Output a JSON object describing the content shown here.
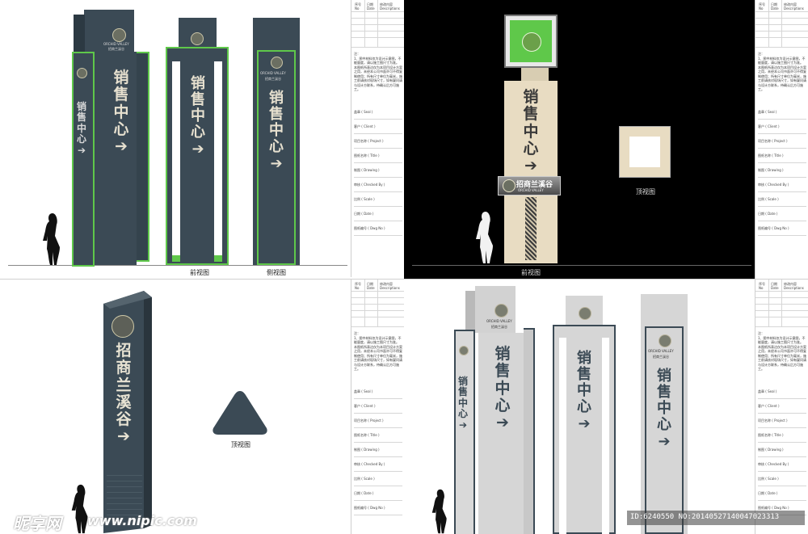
{
  "sign": {
    "sales_center": [
      "销",
      "售",
      "中",
      "心"
    ],
    "project_name": [
      "招",
      "商",
      "兰",
      "溪",
      "谷"
    ],
    "arrow": "➔",
    "brand_en": "ORCHID VALLEY",
    "brand_cn": "招商兰溪谷"
  },
  "captions": {
    "front_view": "前视图",
    "side_view": "侧视图",
    "top_view": "顶视图"
  },
  "title_block": {
    "col_no": "序号\nNo",
    "col_date": "日期\nDate",
    "col_desc": "修改内容\nDescriptions",
    "notes": "注：\n1、图中材料仅为设计示意图，不能量度，请以施工图尺寸为准。\n本图纸所表达仅为本项目设计方案之用，未经本公司书面许可不得复制使用；所有尺寸单位为毫米，施工前请核对现场尺寸，如有疑问请与设计方联系，待确认后方可施工。",
    "rows": [
      "盖章 ( Seal )",
      "客户 ( Client )",
      "项目名称 ( Project )",
      "图纸名称 ( Title )",
      "制图 ( Drawing )",
      "审核 ( Checked By )",
      "比例 ( Scale )",
      "日期 ( Date )",
      "图纸编号 ( Dwg No )"
    ]
  },
  "watermark": {
    "site_cn": "昵享网",
    "site_url": "www.nipic.com",
    "id_line": "ID:6240550 NO:20140527140047023313"
  },
  "colors": {
    "slate": "#3b4a55",
    "green": "#5fc84a",
    "beige": "#e8dcc2",
    "grey": "#cfcfcf",
    "black": "#000000"
  }
}
